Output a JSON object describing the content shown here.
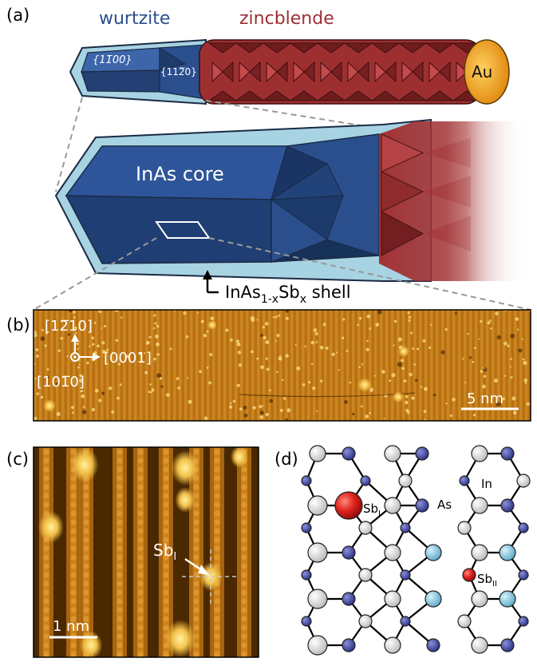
{
  "panel_a": {
    "label": "(a)",
    "wurtzite_label": "wurtzite",
    "zincblende_label": "zincblende",
    "facet_1100": "{1̅1̅0̅0}",
    "facet_1100_text": "{11̅0 0}",
    "facet_1120_text": "{11̅2 0}",
    "au_label": "Au",
    "core_label": "InAs core",
    "shell_text_main": "InAs",
    "shell_text_sub": "1-x",
    "shell_text_main2": "Sb",
    "shell_text_sub2": "x",
    "shell_text_tail": " shell"
  },
  "panel_b": {
    "label": "(b)",
    "dir_1210": "[12̅1 0]",
    "dir_0001": "[0001]",
    "dir_1010": "[101̅0]",
    "scale_bar": "5 nm"
  },
  "panel_c": {
    "label": "(c)",
    "sb_main": "Sb",
    "sb_sub": "I",
    "scale_bar": "1 nm"
  },
  "panel_d": {
    "label": "(d)",
    "as_label": "As",
    "in_label": "In",
    "sb1_main": "Sb",
    "sb1_sub": "I",
    "sb2_main": "Sb",
    "sb2_sub": "II"
  },
  "colors": {
    "wurtzite_blue": "#2b4f8c",
    "zincblende_red": "#9e2f31",
    "shell_light_blue": "#a7d3e2",
    "gold": "#f0a020",
    "stm_dark": "#5a3300",
    "stm_light": "#f5c25a"
  }
}
